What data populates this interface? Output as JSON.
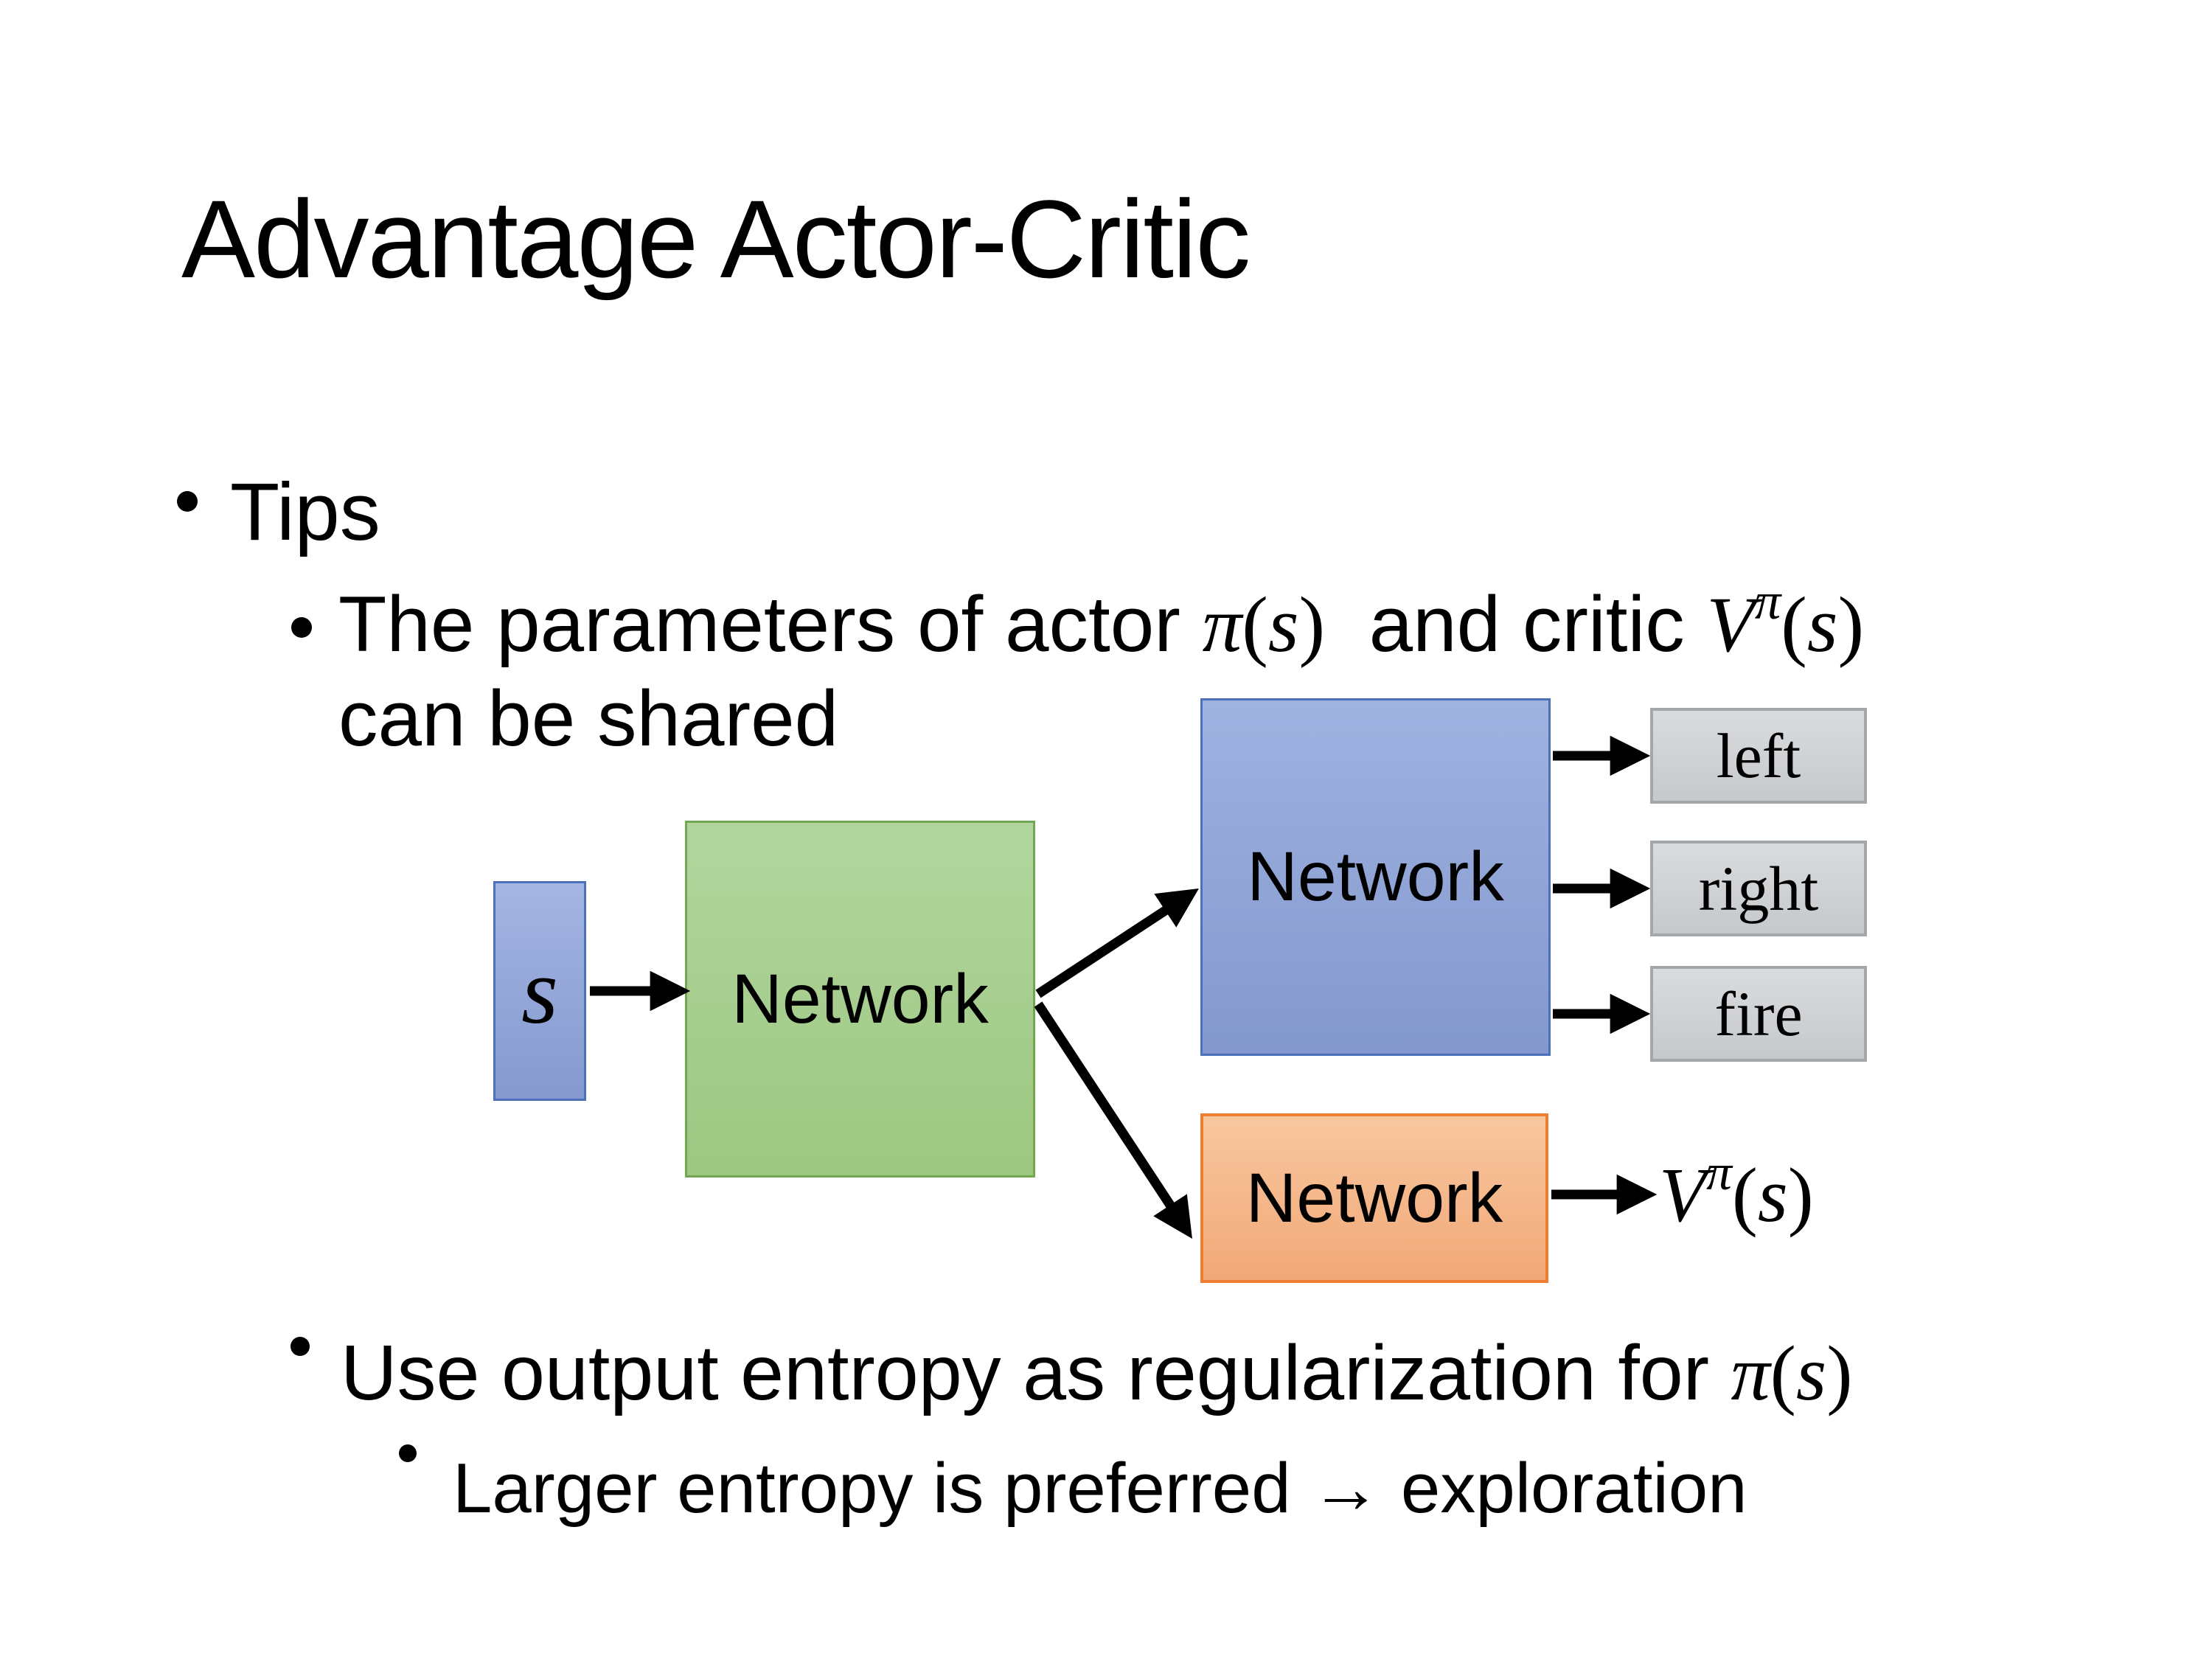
{
  "slide": {
    "title": "Advantage Actor-Critic",
    "bullets": {
      "tips": "Tips",
      "params_prefix": "The parameters of actor ",
      "params_middle": "  and critic ",
      "params_suffix": "can be shared",
      "entropy_prefix": "Use output entropy as regularization for ",
      "exploration": "Larger entropy is preferred → exploration"
    }
  },
  "math": {
    "V": "V",
    "pi": "π",
    "s": "s",
    "open": "(",
    "close": ")"
  },
  "diagram": {
    "state_label": "s",
    "shared_network_label": "Network",
    "actor_network_label": "Network",
    "critic_network_label": "Network",
    "actions": [
      "left",
      "right",
      "fire"
    ],
    "colors": {
      "state_fill": "#8eaadb",
      "state_border": "#4a71ba",
      "shared_fill": "#a9d18e",
      "shared_border": "#72a851",
      "actor_fill": "#8eaadb",
      "actor_border": "#4a71ba",
      "critic_fill": "#f4b183",
      "critic_border": "#ed7d31",
      "action_fill": "#d2d5d7",
      "action_border": "#a4a7aa",
      "arrow": "#000000",
      "text": "#000000",
      "background": "#ffffff"
    }
  }
}
